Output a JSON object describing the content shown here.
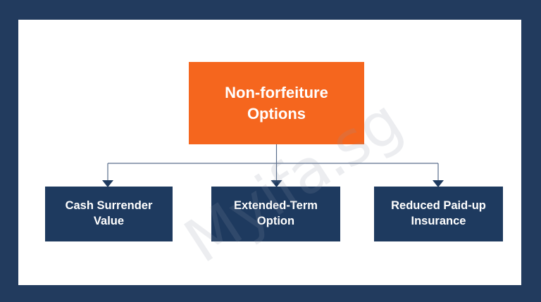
{
  "diagram": {
    "title": "Non-forfeiture Options",
    "watermark": "Myifa.sg",
    "colors": {
      "frame": "#223b5e",
      "canvas": "#ffffff",
      "root_box": "#f5661e",
      "child_box": "#1e3a5f",
      "connector": "#5a6e8c",
      "node_text": "#ffffff",
      "watermark_text": "#8c96a5"
    },
    "root": {
      "label": "Non-forfeiture Options",
      "line1": "Non-forfeiture",
      "line2": "Options"
    },
    "children": [
      {
        "label": "Cash Surrender Value",
        "line1": "Cash Surrender",
        "line2": "Value"
      },
      {
        "label": "Extended-Term Option",
        "line1": "Extended-Term",
        "line2": "Option"
      },
      {
        "label": "Reduced Paid-up Insurance",
        "line1": "Reduced Paid-up",
        "line2": "Insurance"
      }
    ]
  }
}
